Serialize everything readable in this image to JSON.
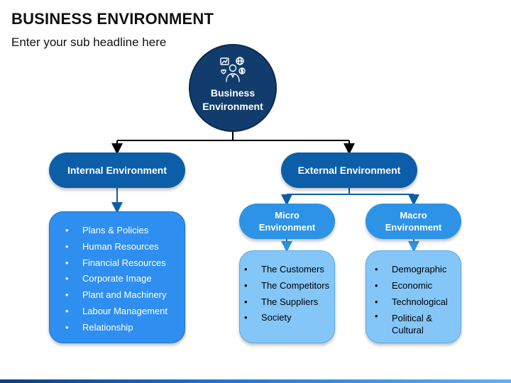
{
  "header": {
    "title": "BUSINESS ENVIRONMENT",
    "subtitle": "Enter your sub headline here"
  },
  "root": {
    "line1": "Business",
    "line2": "Environment",
    "icon": "businessman-icon"
  },
  "internal": {
    "label": "Internal Environment",
    "items": [
      "Plans & Policies",
      "Human Resources",
      "Financial Resources",
      "Corporate Image",
      "Plant and Machinery",
      "Labour Management",
      "Relationship"
    ]
  },
  "external": {
    "label": "External Environment",
    "micro": {
      "line1": "Micro",
      "line2": "Environment",
      "items": [
        "The Customers",
        "The Competitors",
        "The Suppliers",
        "Society"
      ]
    },
    "macro": {
      "line1": "Macro",
      "line2": "Environment",
      "items": [
        "Demographic",
        "Economic",
        "Technological",
        "Political &",
        "Cultural"
      ]
    }
  },
  "colors": {
    "root": "#113c6b",
    "level1": "#0d5ea8",
    "level2": "#2c93e6",
    "internal_box": "#2f8ff0",
    "light_box": "#85c6f8"
  }
}
